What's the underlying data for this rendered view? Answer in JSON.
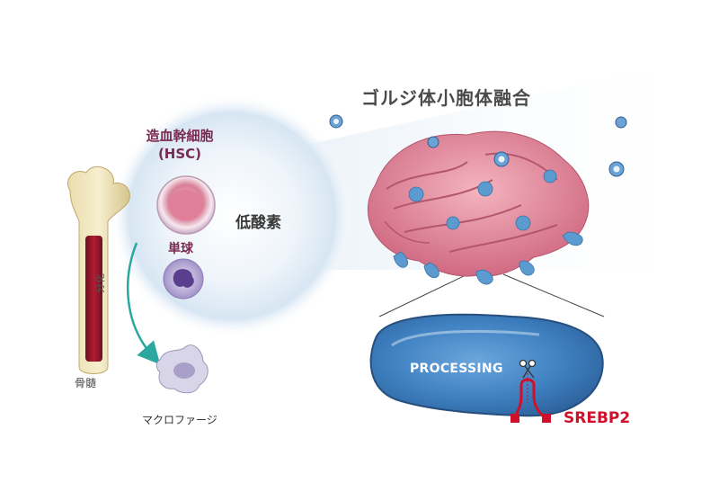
{
  "title": "ゴルジ体小胞体融合",
  "hsc": {
    "label_jp": "造血幹細胞",
    "label_abbr": "(HSC)"
  },
  "hypoxia": "低酸素",
  "monocyte": "単球",
  "differentiation": "分化",
  "bone_marrow": "骨髄",
  "macrophage": "マクロファージ",
  "processing": "PROCESSING",
  "srebp2": "SREBP2",
  "colors": {
    "golgi": "#e58fa0",
    "vesicle": "#5b9bd0",
    "srebp2": "#d0102b",
    "arrow": "#2aa8a0",
    "hsc_text": "#7a2a50",
    "capsule": "#4d8cc8"
  }
}
